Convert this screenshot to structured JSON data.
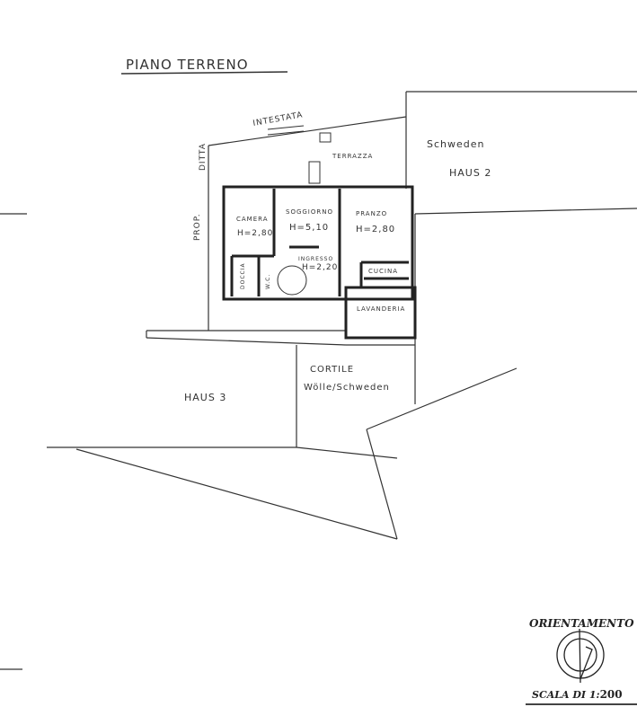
{
  "title": "PIANO TERRENO",
  "labels": {
    "intestata": "INTESTATA",
    "prop_ditta_1": "DITTA",
    "prop_ditta_2": "PROP.",
    "terrazza": "TERRAZZA",
    "schweden": "Schweden",
    "haus2": "HAUS 2",
    "haus3": "HAUS 3",
    "cortile": "CORTILE",
    "cortile_owner": "Wölle/Schweden"
  },
  "rooms": [
    {
      "name": "CAMERA",
      "height": "H=2,80"
    },
    {
      "name": "SOGGIORNO",
      "height": "H=5,10"
    },
    {
      "name": "PRANZO",
      "height": "H=2,80"
    },
    {
      "name": "INGRESSO",
      "height": "H=2,20"
    },
    {
      "name": "CUCINA",
      "height": ""
    },
    {
      "name": "LAVANDERIA",
      "height": ""
    },
    {
      "name": "DOCCIA",
      "height": ""
    },
    {
      "name": "W.C.",
      "height": ""
    }
  ],
  "legend": {
    "orientation": "ORIENTAMENTO",
    "scale_prefix": "SCALA DI 1:",
    "scale_value": "200"
  }
}
